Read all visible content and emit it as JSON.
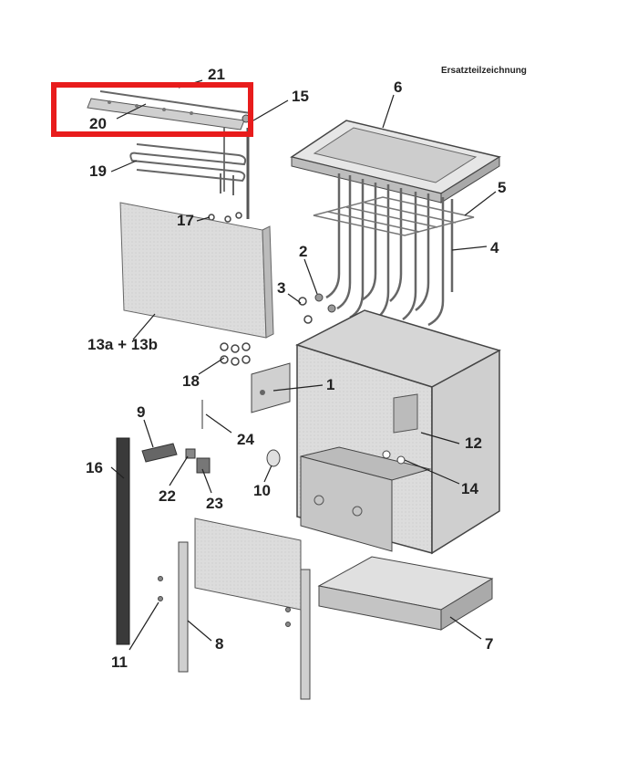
{
  "header": {
    "title": "Ersatzteilzeichnung"
  },
  "labels": {
    "l1": "1",
    "l2": "2",
    "l3": "3",
    "l4": "4",
    "l5": "5",
    "l6": "6",
    "l7": "7",
    "l8": "8",
    "l9": "9",
    "l10": "10",
    "l11": "11",
    "l12": "12",
    "l13": "13a + 13b",
    "l14": "14",
    "l15": "15",
    "l16": "16",
    "l17": "17",
    "l18": "18",
    "l19": "19",
    "l20": "20",
    "l21": "21",
    "l22": "22",
    "l23": "23",
    "l24": "24"
  },
  "highlight": {
    "color": "#e81c1c",
    "target": "20"
  }
}
